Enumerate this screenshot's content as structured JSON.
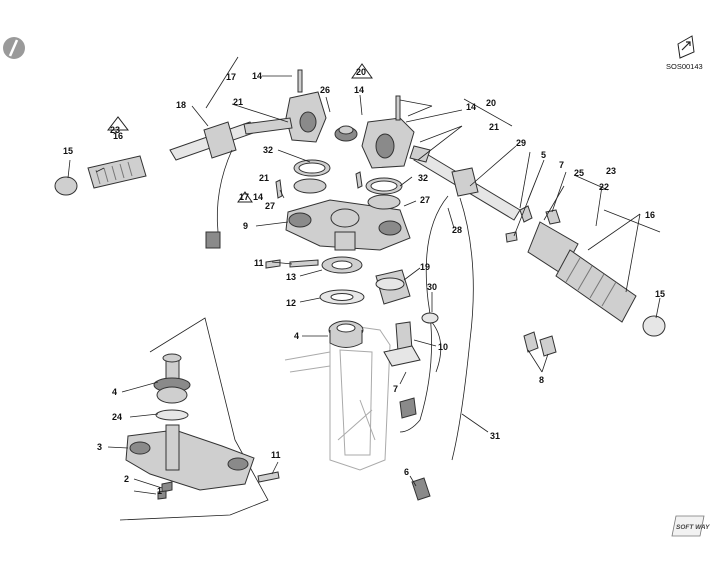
{
  "diagram": {
    "drawing_code": "SOS00143",
    "brand_logo": "SOFT WAY",
    "callouts": [
      "1",
      "2",
      "3",
      "4",
      "4",
      "5",
      "6",
      "7",
      "7",
      "8",
      "9",
      "10",
      "11",
      "11",
      "12",
      "13",
      "14",
      "14",
      "14",
      "14",
      "15",
      "15",
      "16",
      "16",
      "17",
      "17",
      "18",
      "19",
      "20",
      "20",
      "21",
      "21",
      "21",
      "22",
      "23",
      "23",
      "24",
      "25",
      "26",
      "27",
      "27",
      "28",
      "29",
      "30",
      "31",
      "32",
      "32"
    ],
    "icons": [
      "section-marker-icon",
      "direction-arrow-icon",
      "recommended-part-icon-23",
      "recommended-part-icon-20",
      "recommended-part-icon-17"
    ]
  }
}
